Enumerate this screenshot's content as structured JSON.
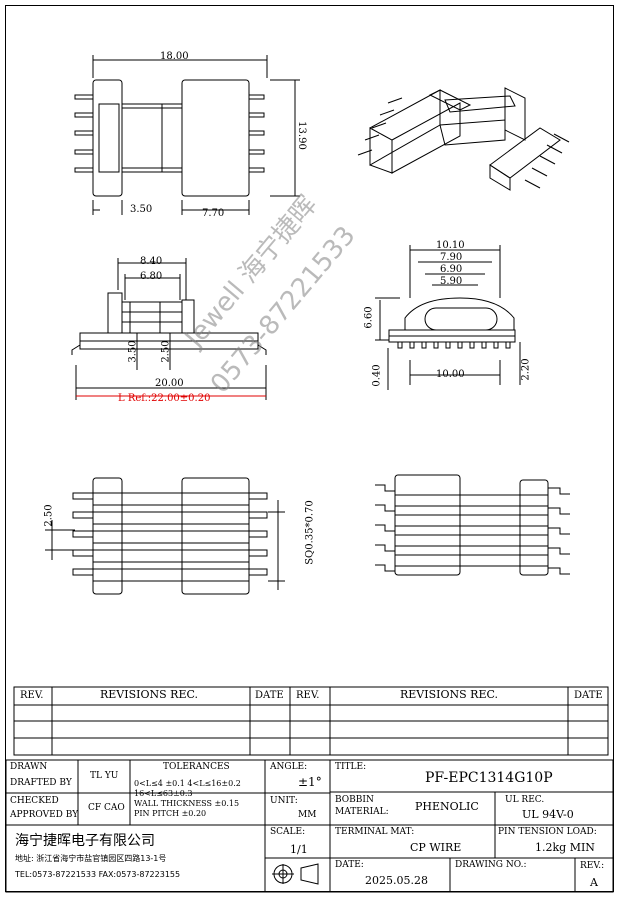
{
  "dimensions": {
    "top_width": "18.00",
    "top_height": "13.90",
    "top_left_w": "3.50",
    "top_right_w": "7.70",
    "side_w1": "8.40",
    "side_w2": "6.80",
    "side_h1": "3.50",
    "side_h2": "2.50",
    "side_total": "20.00",
    "side_ref": "L Ref.:22.00±0.20",
    "end_w1": "10.10",
    "end_w2": "7.90",
    "end_w3": "6.90",
    "end_w4": "5.90",
    "end_h": "6.60",
    "end_base": "10.00",
    "end_pin": "0.40",
    "end_right": "2.20",
    "bottom_pitch": "2.50",
    "bottom_pin": "SQ0.35*0.70"
  },
  "watermark": {
    "line1": "Jewell 海宁捷晖",
    "line2": "0573-87221533"
  },
  "revisions": {
    "rev": "REV.",
    "rec": "REVISIONS  REC.",
    "date": "DATE"
  },
  "title_block": {
    "drawn_label": "DRAWN",
    "drafted_label": "DRAFTED BY",
    "drafted_value": "TL YU",
    "checked_label": "CHECKED",
    "approved_label": "APPROVED BY",
    "approved_value": "CF CAO",
    "tolerances_label": "TOLERANCES",
    "tol_line1": "0<L≤4 ±0.1  4<L≤16±0.2",
    "tol_line2": "16<L≤63±0.3",
    "tol_line3": "WALL THICKNESS ±0.15",
    "tol_line4": "PIN PITCH ±0.20",
    "angle_label": "ANGLE:",
    "angle_value": "±1°",
    "unit_label": "UNIT:",
    "unit_value": "MM",
    "scale_label": "SCALE:",
    "scale_value": "1/1",
    "title_label": "TITLE:",
    "title_value": "PF-EPC1314G10P",
    "bobbin_label1": "BOBBIN",
    "bobbin_label2": "MATERIAL:",
    "bobbin_value": "PHENOLIC",
    "ul_label": "UL REC.",
    "ul_value": "UL 94V-0",
    "terminal_label": "TERMINAL MAT:",
    "terminal_value": "CP WIRE",
    "pin_tension_label": "PIN TENSION LOAD:",
    "pin_tension_value": "1.2kg MIN",
    "company": "海宁捷晖电子有限公司",
    "address": "地址: 浙江省海宁市盐官镇园区四路13-1号",
    "tel": "TEL:0573-87221533 FAX:0573-87223155",
    "date_label": "DATE:",
    "date_value": "2025.05.28",
    "drawing_no_label": "DRAWING NO.:",
    "rev_label": "REV.:",
    "rev_value": "A"
  }
}
